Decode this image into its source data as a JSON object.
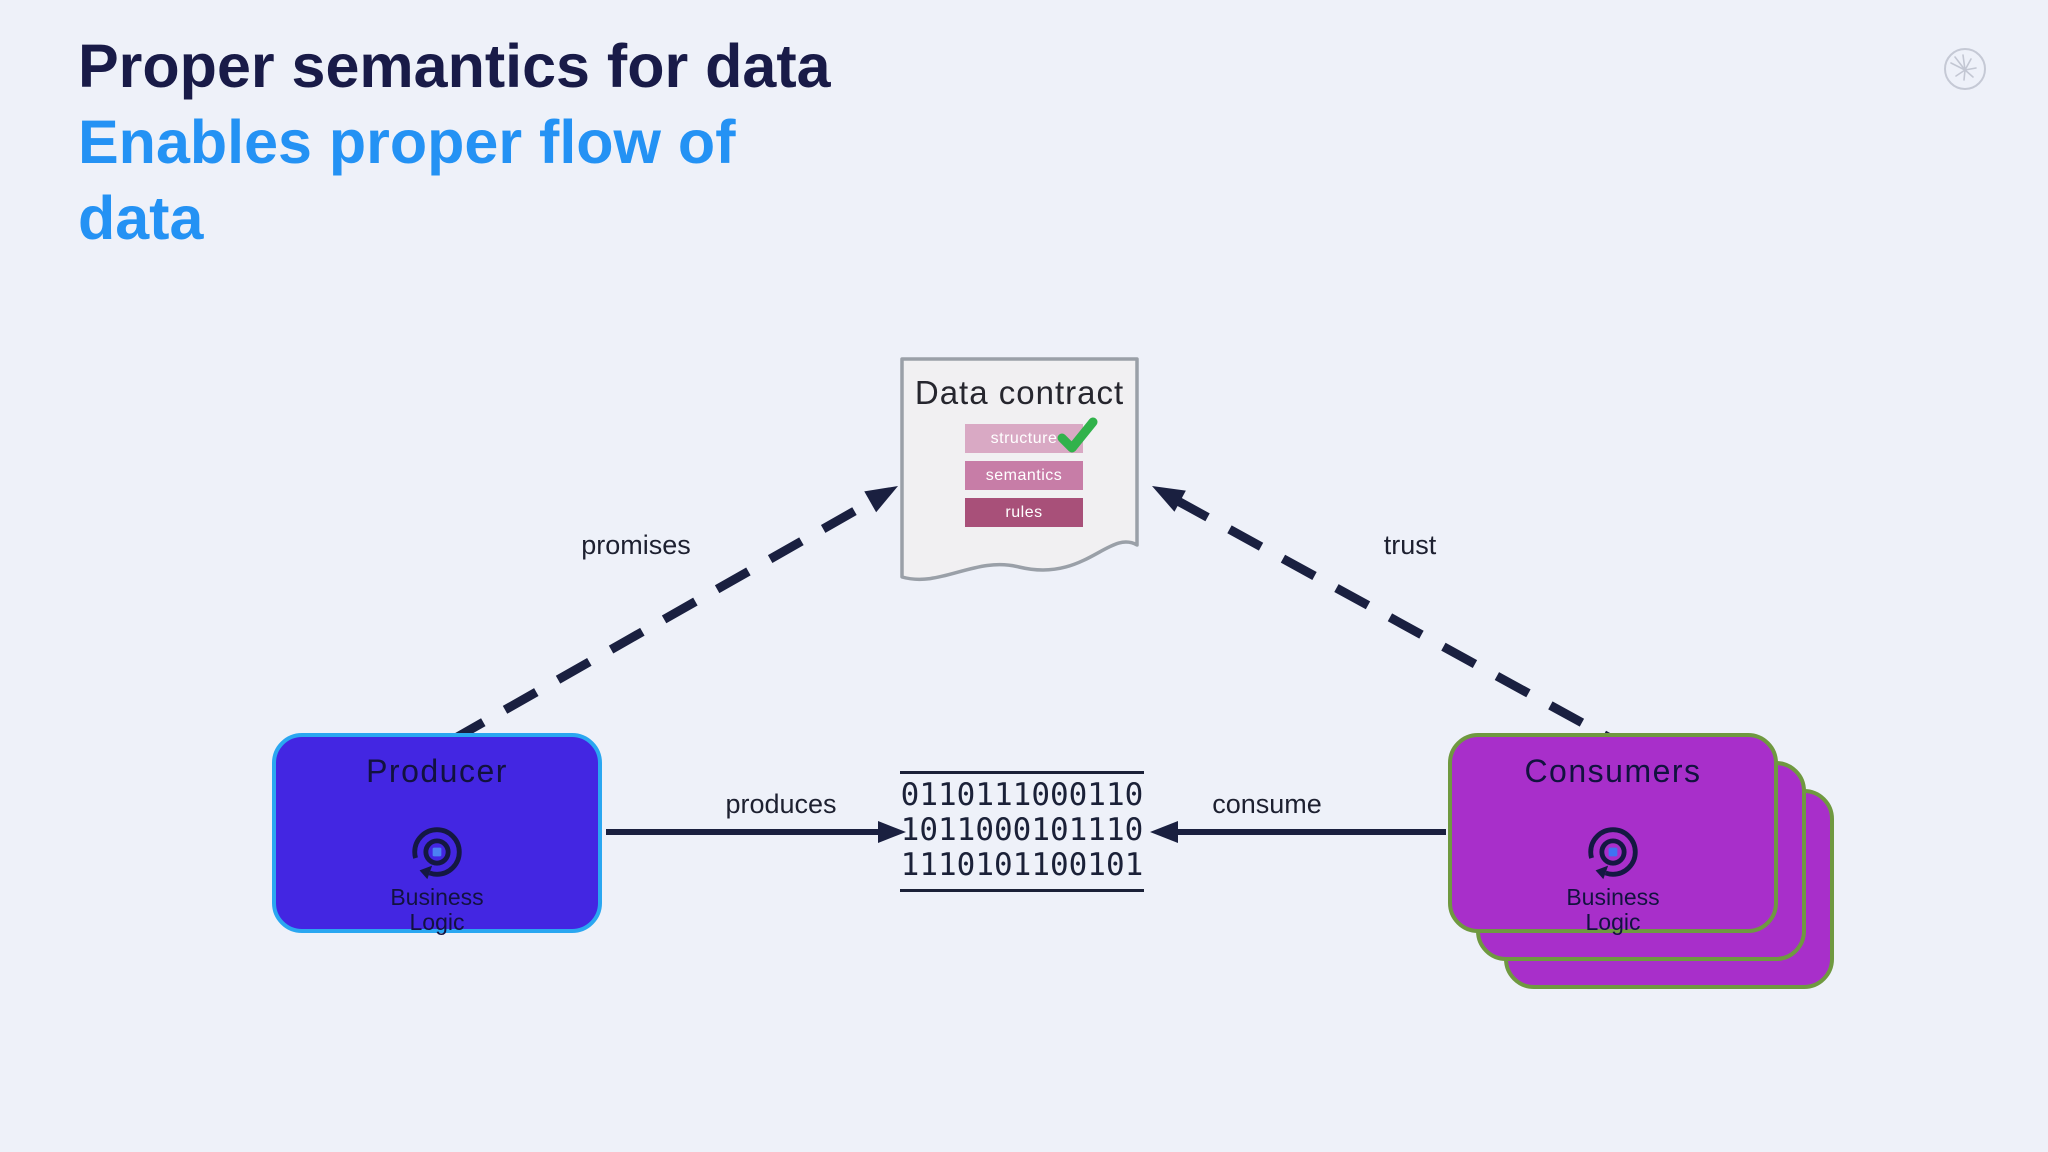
{
  "slide": {
    "title": {
      "line1": "Proper semantics for data",
      "line2": "Enables proper flow of",
      "line3": "data"
    }
  },
  "colors": {
    "background": "#eef1f9",
    "title": "#191b48",
    "subtitle": "#2492f4",
    "arrow": "#1a2040",
    "producer_fill": "#4326e2",
    "producer_border": "#2aa7f1",
    "consumers_fill": "#a82fca",
    "consumers_border": "#6f9940",
    "contract_fill": "#f1f0f2",
    "contract_border": "#9aa0a8",
    "structure_bar": "#d9a9c4",
    "semantics_bar": "#c77da7",
    "rules_bar": "#a85079",
    "check_green": "#31b24b",
    "binary_text": "#1b2138"
  },
  "icons": {
    "brand": "starburst-logo-icon",
    "business_logic": "cycle-arrows-icon",
    "structure_check": "green-check-icon"
  },
  "contract": {
    "title": "Data contract",
    "items": [
      {
        "label": "structure",
        "checked": true
      },
      {
        "label": "semantics",
        "checked": false
      },
      {
        "label": "rules",
        "checked": false
      }
    ]
  },
  "producer": {
    "title": "Producer",
    "caption_line1": "Business",
    "caption_line2": "Logic"
  },
  "consumers": {
    "title": "Consumers",
    "caption_line1": "Business",
    "caption_line2": "Logic",
    "stack_count": 3
  },
  "binary": {
    "lines": [
      "0110111000110",
      "1011000101110",
      "1110101100101"
    ]
  },
  "edges": {
    "promises": {
      "label": "promises",
      "style": "dashed"
    },
    "trust": {
      "label": "trust",
      "style": "dashed"
    },
    "produces": {
      "label": "produces",
      "style": "solid"
    },
    "consume": {
      "label": "consume",
      "style": "solid"
    }
  }
}
